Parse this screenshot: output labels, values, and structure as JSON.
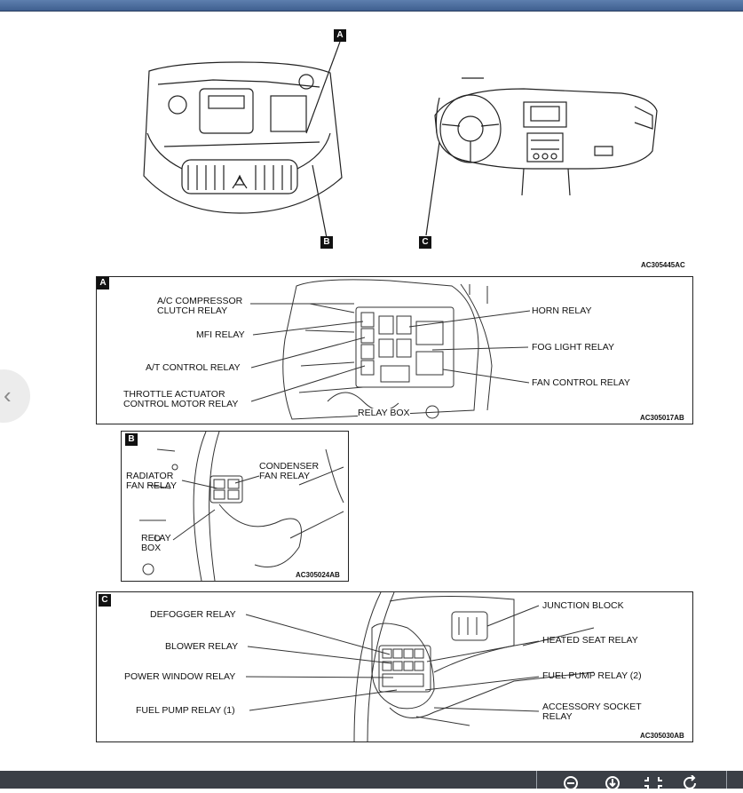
{
  "overview": {
    "callout_a": "A",
    "callout_b": "B",
    "callout_c": "C",
    "code": "AC305445AC"
  },
  "panel_a": {
    "tag": "A",
    "labels": {
      "ac_compressor_1": "A/C COMPRESSOR",
      "ac_compressor_2": "CLUTCH RELAY",
      "mfi": "MFI RELAY",
      "at_control": "A/T CONTROL RELAY",
      "throttle_1": "THROTTLE ACTUATOR",
      "throttle_2": "CONTROL MOTOR RELAY",
      "horn": "HORN RELAY",
      "fog_light": "FOG LIGHT RELAY",
      "fan_control": "FAN CONTROL RELAY",
      "relay_box": "RELAY BOX"
    },
    "code": "AC305017AB"
  },
  "panel_b": {
    "tag": "B",
    "labels": {
      "radiator_1": "RADIATOR",
      "radiator_2": "FAN RELAY",
      "condenser_1": "CONDENSER",
      "condenser_2": "FAN RELAY",
      "relay_box_1": "RELAY",
      "relay_box_2": "BOX"
    },
    "code": "AC305024AB"
  },
  "panel_c": {
    "tag": "C",
    "labels": {
      "defogger": "DEFOGGER RELAY",
      "blower": "BLOWER RELAY",
      "power_window": "POWER WINDOW RELAY",
      "fuel_pump_1": "FUEL PUMP RELAY (1)",
      "junction_block": "JUNCTION BLOCK",
      "heated_seat": "HEATED SEAT RELAY",
      "fuel_pump_2": "FUEL PUMP RELAY (2)",
      "accessory_1": "ACCESSORY SOCKET",
      "accessory_2": "RELAY"
    },
    "code": "AC305030AB"
  },
  "toolbar": {
    "zoom_out_icon": "zoom-out-icon",
    "download_icon": "download-icon",
    "fit_icon": "fit-icon",
    "rotate_icon": "rotate-icon"
  }
}
